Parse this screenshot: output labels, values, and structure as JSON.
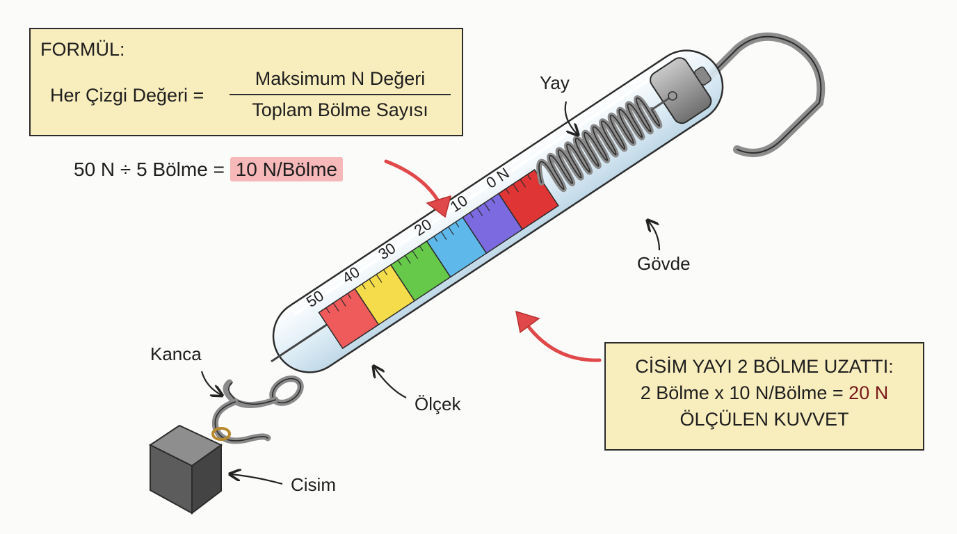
{
  "formula": {
    "heading": "FORMÜL:",
    "lhs": "Her Çizgi Değeri =",
    "numerator": "Maksimum N Değeri",
    "denominator": "Toplam Bölme Sayısı"
  },
  "calculation": {
    "expression": "50 N ÷ 5 Bölme =",
    "result": "10 N/Bölme"
  },
  "result_box": {
    "line1": "CİSİM YAYI 2 BÖLME UZATTI:",
    "line2_prefix": "2 Bölme x 10 N/Bölme =",
    "line2_value": "20 N",
    "line3": "ÖLÇÜLEN KUVVET"
  },
  "labels": {
    "spring": "Yay",
    "body": "Gövde",
    "hook": "Kanca",
    "scale": "Ölçek",
    "object": "Cisim"
  },
  "scale_ticks": [
    "50",
    "40",
    "30",
    "20",
    "10",
    "0 N"
  ],
  "colors": {
    "box_fill": "#f8edbd",
    "highlight": "#f6b8b8",
    "arrow_red": "#e0484a",
    "result_value": "#7a1a1a",
    "band_colors": [
      "#ef5a5a",
      "#f4dc4a",
      "#66c94a",
      "#5fb8ea",
      "#7b6ae0",
      "#e03535"
    ]
  }
}
